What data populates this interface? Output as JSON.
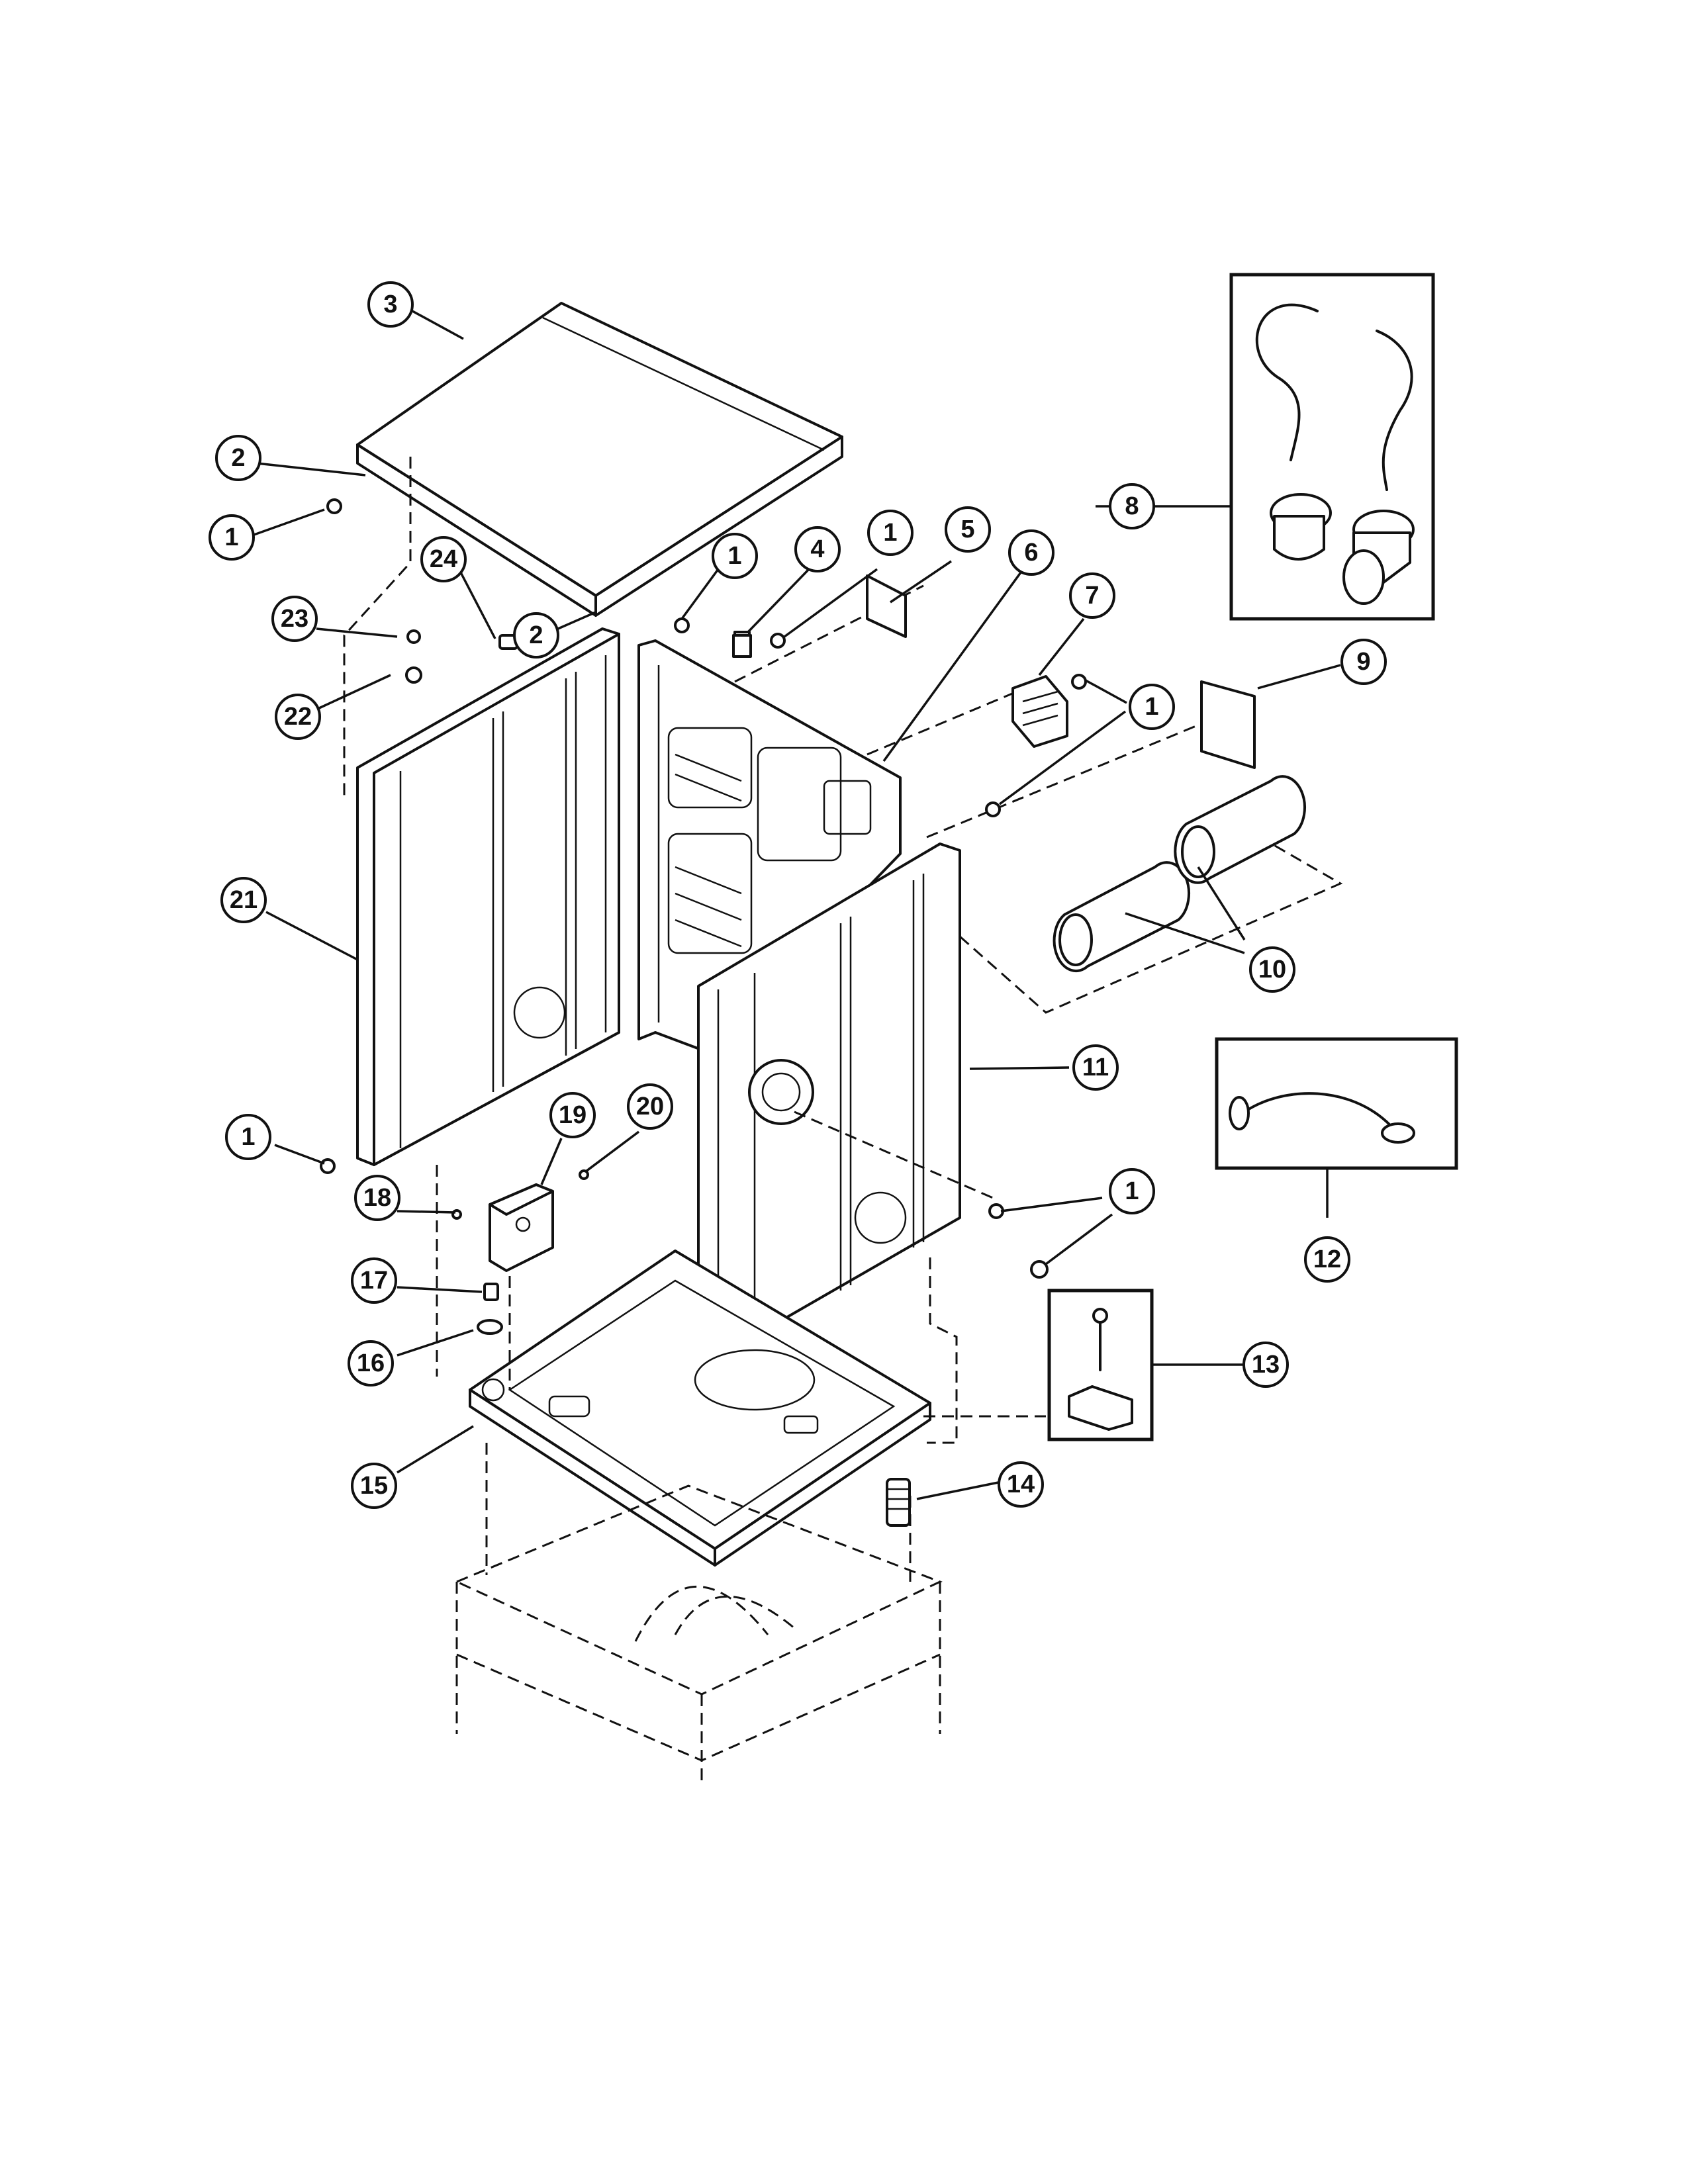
{
  "callouts": [
    {
      "id": "c3",
      "label": "3"
    },
    {
      "id": "c2a",
      "label": "2"
    },
    {
      "id": "c1a",
      "label": "1"
    },
    {
      "id": "c24",
      "label": "24"
    },
    {
      "id": "c23",
      "label": "23"
    },
    {
      "id": "c2b",
      "label": "2"
    },
    {
      "id": "c22",
      "label": "22"
    },
    {
      "id": "c1b",
      "label": "1"
    },
    {
      "id": "c4",
      "label": "4"
    },
    {
      "id": "c1c",
      "label": "1"
    },
    {
      "id": "c5",
      "label": "5"
    },
    {
      "id": "c6",
      "label": "6"
    },
    {
      "id": "c7",
      "label": "7"
    },
    {
      "id": "c8",
      "label": "8"
    },
    {
      "id": "c1d",
      "label": "1"
    },
    {
      "id": "c9",
      "label": "9"
    },
    {
      "id": "c21",
      "label": "21"
    },
    {
      "id": "c10",
      "label": "10"
    },
    {
      "id": "c11",
      "label": "11"
    },
    {
      "id": "c1e",
      "label": "1"
    },
    {
      "id": "c19",
      "label": "19"
    },
    {
      "id": "c20",
      "label": "20"
    },
    {
      "id": "c12",
      "label": "12"
    },
    {
      "id": "c18",
      "label": "18"
    },
    {
      "id": "c1f",
      "label": "1"
    },
    {
      "id": "c17",
      "label": "17"
    },
    {
      "id": "c13",
      "label": "13"
    },
    {
      "id": "c16",
      "label": "16"
    },
    {
      "id": "c15",
      "label": "15"
    },
    {
      "id": "c14",
      "label": "14"
    }
  ]
}
